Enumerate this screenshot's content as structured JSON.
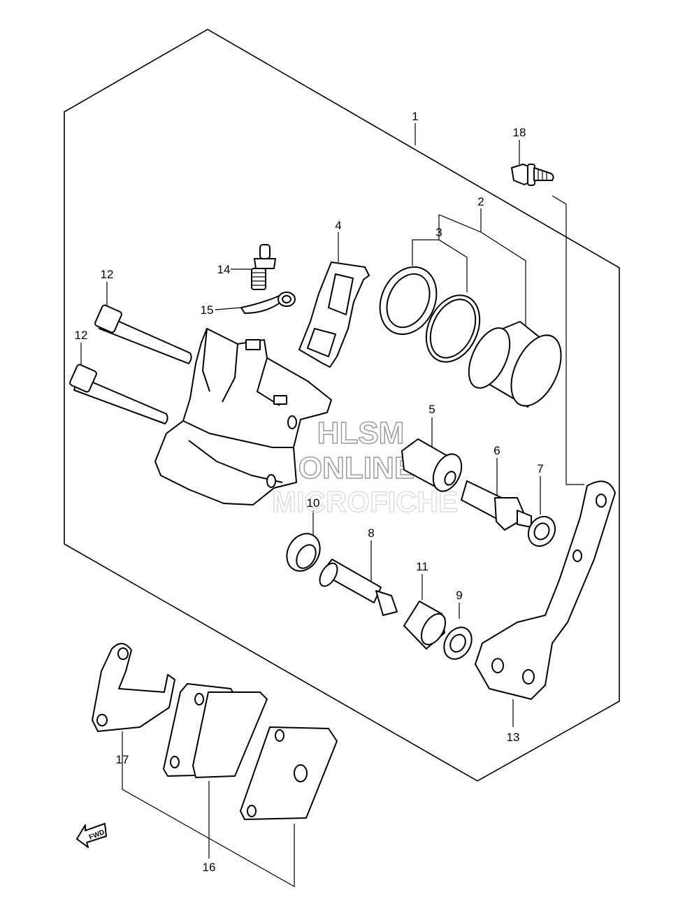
{
  "watermark": {
    "line1": "HLSM",
    "line2": "ONLINE",
    "line3": "MICROFICHE"
  },
  "labels": [
    {
      "id": "label-1",
      "text": "1"
    },
    {
      "id": "label-2",
      "text": "2"
    },
    {
      "id": "label-3",
      "text": "3"
    },
    {
      "id": "label-4",
      "text": "4"
    },
    {
      "id": "label-5",
      "text": "5"
    },
    {
      "id": "label-6",
      "text": "6"
    },
    {
      "id": "label-7",
      "text": "7"
    },
    {
      "id": "label-8",
      "text": "8"
    },
    {
      "id": "label-9",
      "text": "9"
    },
    {
      "id": "label-10",
      "text": "10"
    },
    {
      "id": "label-11",
      "text": "11"
    },
    {
      "id": "label-12a",
      "text": "12"
    },
    {
      "id": "label-12b",
      "text": "12"
    },
    {
      "id": "label-13",
      "text": "13"
    },
    {
      "id": "label-14",
      "text": "14"
    },
    {
      "id": "label-15",
      "text": "15"
    },
    {
      "id": "label-16",
      "text": "16"
    },
    {
      "id": "label-17",
      "text": "17"
    },
    {
      "id": "label-18",
      "text": "18"
    }
  ],
  "fwd_arrow": {
    "text": "FWD"
  }
}
